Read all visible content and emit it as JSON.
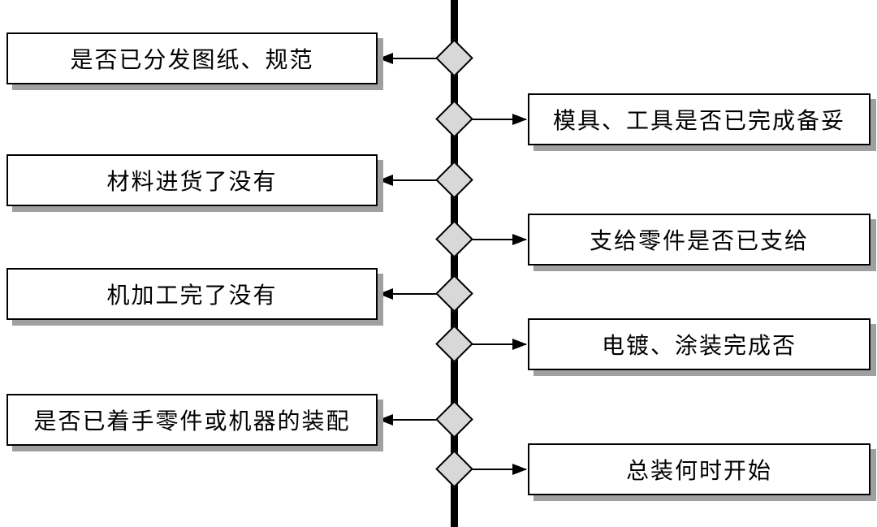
{
  "diagram": {
    "type": "production-progress-check-flowchart",
    "left_boxes": [
      {
        "label": "是否已分发图纸、规范"
      },
      {
        "label": "材料进货了没有"
      },
      {
        "label": "机加工完了没有"
      },
      {
        "label": "是否已着手零件或机器的装配"
      }
    ],
    "right_boxes": [
      {
        "label": "模具、工具是否已完成备妥"
      },
      {
        "label": "支给零件是否已支给"
      },
      {
        "label": "电镀、涂装完成否"
      },
      {
        "label": "总装何时开始"
      }
    ],
    "colors": {
      "background": "#ffffff",
      "line": "#000000",
      "box_fill": "#ffffff",
      "box_border": "#000000",
      "box_shadow": "#a0a0a0",
      "diamond_fill": "#d8d8d8"
    }
  }
}
